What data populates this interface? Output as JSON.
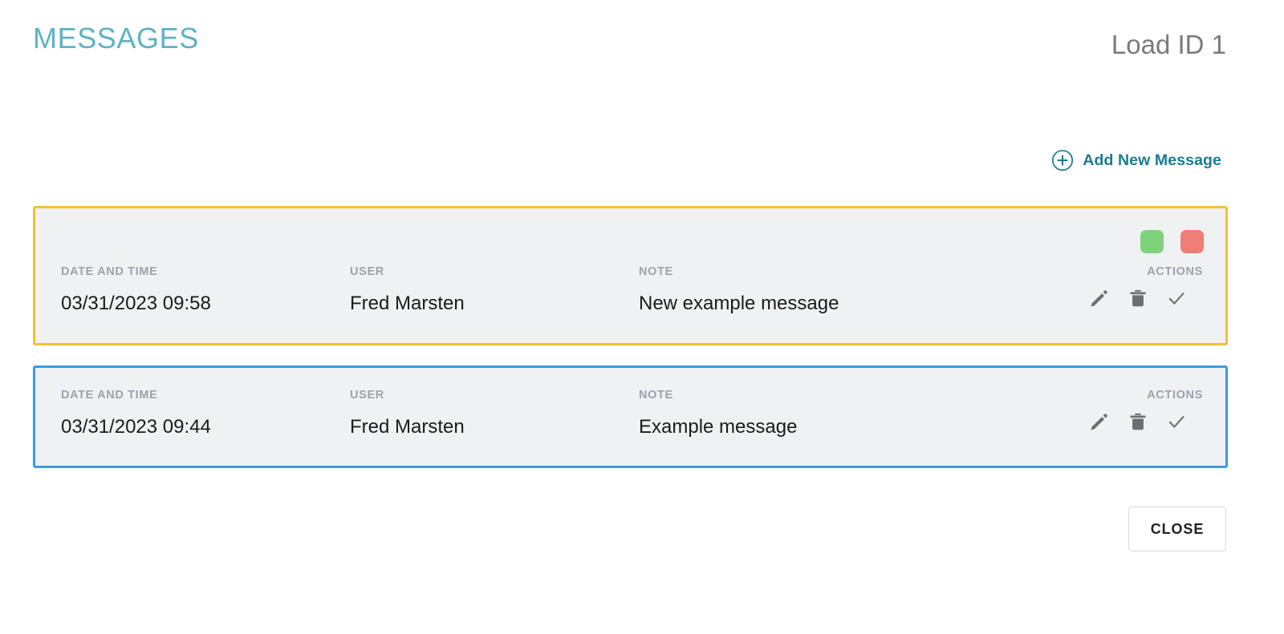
{
  "header": {
    "title": "MESSAGES",
    "load_id": "Load ID 1",
    "title_color": "#5fb2c4",
    "load_id_color": "#7a7a7a"
  },
  "toolbar": {
    "add_label": "Add New Message",
    "add_icon": "plus-circle-icon",
    "accent_color": "#1b7b8f"
  },
  "table": {
    "columns": {
      "date": "DATE AND TIME",
      "user": "USER",
      "note": "NOTE",
      "actions": "ACTIONS"
    }
  },
  "messages": [
    {
      "date": "03/31/2023 09:58",
      "user": "Fred Marsten",
      "note": "New example message",
      "border_color": "#f4c034",
      "state": "editing",
      "chips": [
        {
          "name": "confirm-chip",
          "color": "#7ed37a"
        },
        {
          "name": "cancel-chip",
          "color": "#ef7d78"
        }
      ],
      "actions": [
        "edit-icon",
        "delete-icon",
        "check-icon"
      ]
    },
    {
      "date": "03/31/2023 09:44",
      "user": "Fred Marsten",
      "note": "Example message",
      "border_color": "#3d9ae0",
      "state": "selected",
      "chips": [],
      "actions": [
        "edit-icon",
        "delete-icon",
        "check-icon"
      ]
    }
  ],
  "footer": {
    "close_label": "CLOSE"
  }
}
